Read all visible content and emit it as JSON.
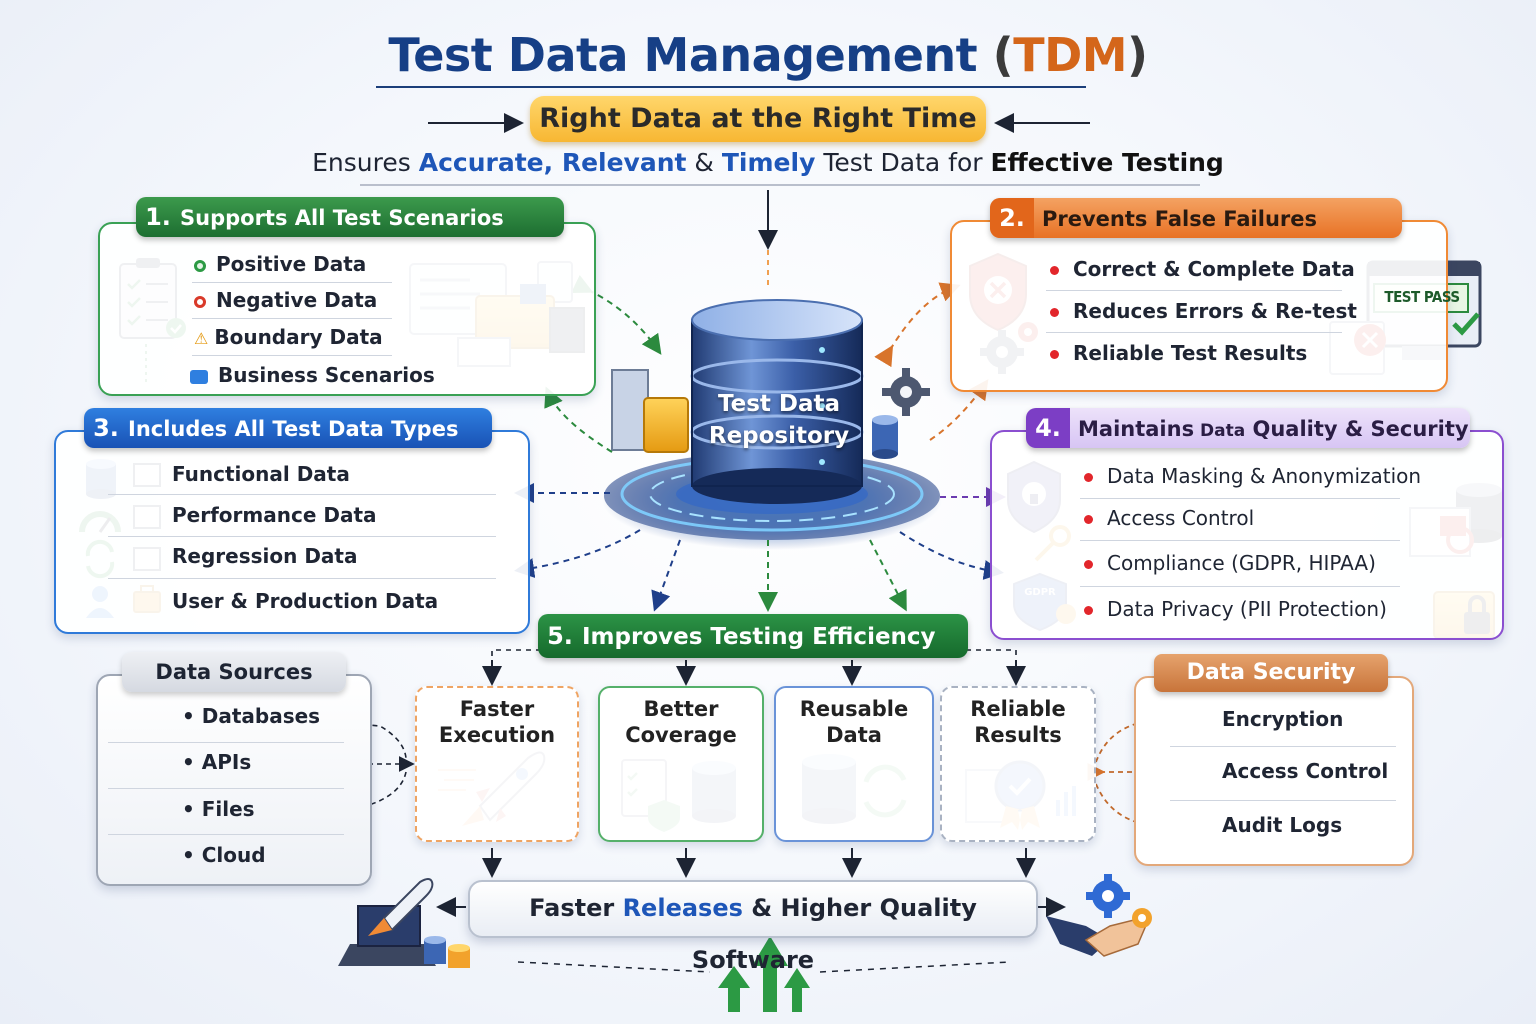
{
  "header": {
    "title_main": "Test Data Management",
    "title_paren_open": "(",
    "title_acronym": "TDM",
    "title_paren_close": ")",
    "subtitle": "Right Data at the Right Time",
    "tagline": {
      "p1": "Ensures ",
      "accurate": "Accurate,",
      "relevant": " Relevant",
      "p2": " & ",
      "timely": "Timely",
      "p3": " Test Data for ",
      "effective": "Effective Testing"
    }
  },
  "center": {
    "repository_line1": "Test Data",
    "repository_line2": "Repository"
  },
  "section1": {
    "number": "1.",
    "title": "Supports All Test Scenarios",
    "items": [
      "Positive Data",
      "Negative Data",
      "Boundary Data",
      "Business Scenarios"
    ]
  },
  "section2": {
    "number": "2.",
    "title": "Prevents False Failures",
    "items": [
      "Correct & Complete Data",
      "Reduces Errors & Re-test",
      "Reliable Test Results"
    ],
    "badge": "TEST PASS"
  },
  "section3": {
    "number": "3.",
    "title": "Includes All Test Data Types",
    "items": [
      "Functional Data",
      "Performance Data",
      "Regression Data",
      "User & Production Data"
    ]
  },
  "section4": {
    "number": "4.",
    "title_a": "Maintains",
    "title_b": " Data",
    "title_c": " Quality & Security",
    "items": [
      "Data Masking & Anonymization",
      "Access Control",
      "Compliance (GDPR, HIPAA)",
      "Data Privacy (PII Protection)"
    ],
    "shield_label": "GDPR"
  },
  "section5": {
    "number": "5.",
    "title": "Improves Testing Efficiency",
    "cards": [
      {
        "line1": "Faster",
        "line2": "Execution"
      },
      {
        "line1": "Better",
        "line2": "Coverage"
      },
      {
        "line1": "Reusable",
        "line2": "Data"
      },
      {
        "line1": "Reliable",
        "line2": "Results"
      }
    ]
  },
  "data_sources": {
    "title": "Data Sources",
    "items": [
      "• Databases",
      "• APIs",
      "• Files",
      "• Cloud"
    ]
  },
  "data_security": {
    "title": "Data Security",
    "items": [
      "Encryption",
      "Access Control",
      "Audit Logs"
    ]
  },
  "outcome": {
    "p1": "Faster ",
    "releases": "Releases",
    "p2": " & Higher Quality Software"
  },
  "colors": {
    "title_blue": "#163f86",
    "acronym_orange": "#d4661a",
    "green": "#2c9346",
    "orange": "#e87225",
    "blue": "#1952b5",
    "purple": "#7c3ec5",
    "red_bullet": "#e2262b"
  },
  "icons": [
    "checklist-icon",
    "folder-icon",
    "shield-x-icon",
    "gear-icon",
    "monitor-icon",
    "database-icon",
    "gauge-icon",
    "refresh-icon",
    "user-icon",
    "briefcase-icon",
    "key-icon",
    "lock-icon",
    "cloud-icon",
    "rocket-icon",
    "badge-icon",
    "handshake-icon",
    "arrow-up-icon"
  ]
}
